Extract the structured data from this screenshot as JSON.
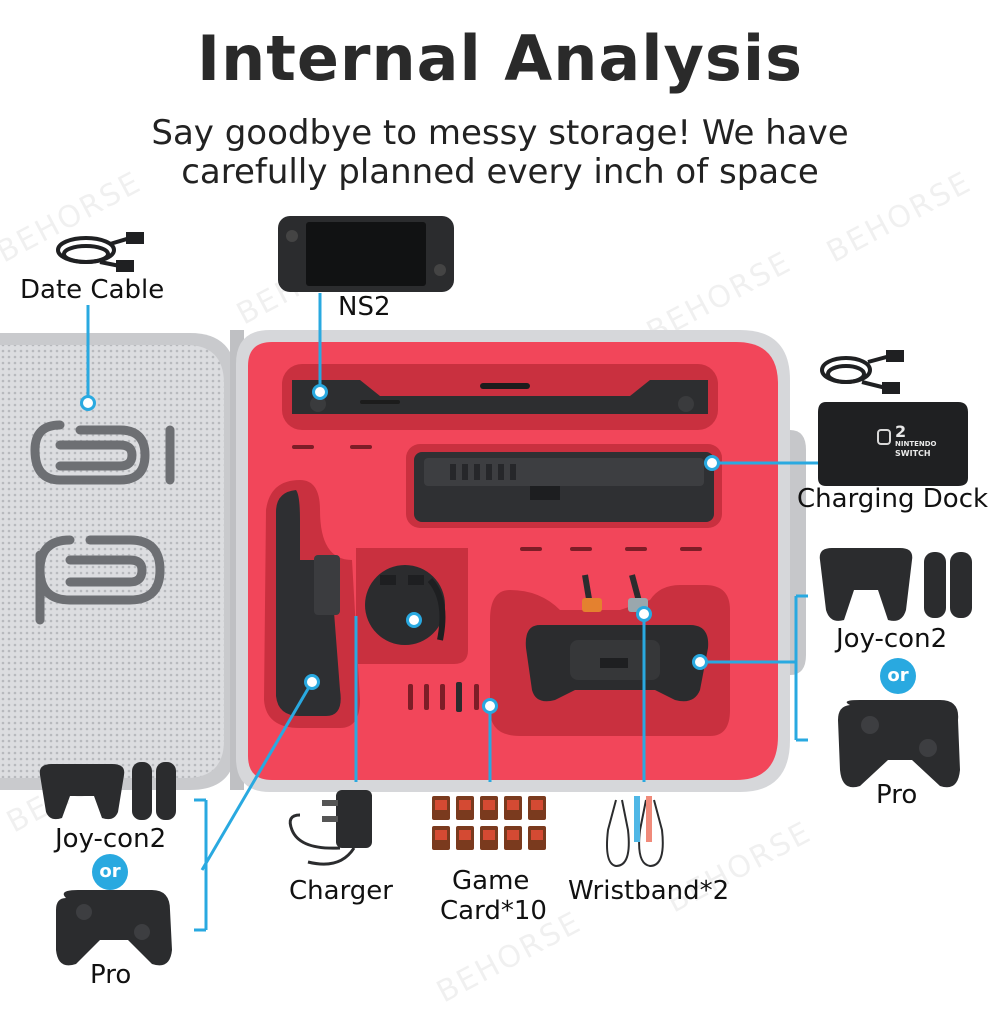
{
  "header": {
    "title": "Internal Analysis",
    "subtitle_line1": "Say goodbye to messy storage! We have",
    "subtitle_line2": "carefully planned every inch of space"
  },
  "labels": {
    "date_cable": "Date Cable",
    "ns2": "NS2",
    "charging_dock": "Charging Dock",
    "joycon_right": "Joy-con2",
    "or_right": "or",
    "pro_right": "Pro",
    "joycon_left": "Joy-con2",
    "or_left": "or",
    "pro_left": "Pro",
    "charger": "Charger",
    "game_card_line1": "Game",
    "game_card_line2": "Card*10",
    "wristband": "Wristband*2"
  },
  "dock_logo": {
    "line1": "2",
    "line2": "NINTENDO",
    "line3": "SWITCH"
  },
  "watermark": "BEHORSE",
  "colors": {
    "accent": "#29a9e0",
    "foam": "#f2465a",
    "shell": "#d9dadc",
    "device": "#2b2c2e"
  }
}
